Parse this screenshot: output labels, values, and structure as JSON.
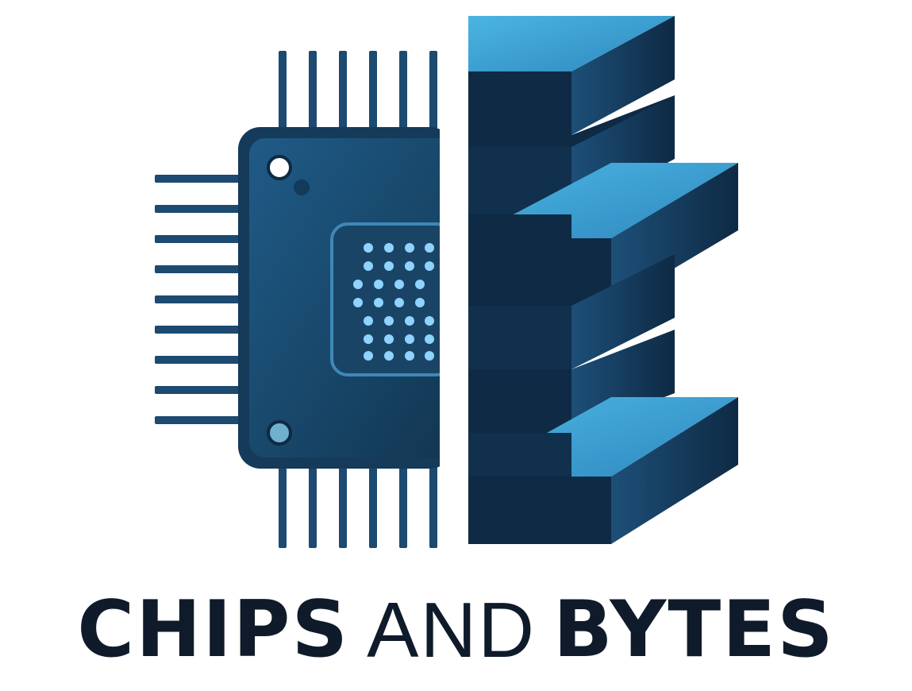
{
  "brand": {
    "word_1": "CHIPS",
    "word_2": "AND",
    "word_3": "BYTES"
  },
  "colors": {
    "chip_dark": "#153a5a",
    "chip_mid": "#1d4f78",
    "block_light": "#3fa7d8",
    "block_dark": "#0e2a44",
    "text": "#0f1b2a",
    "dot": "#8fd3ff"
  },
  "icons": [
    "microchip-icon",
    "stacked-blocks-icon"
  ]
}
